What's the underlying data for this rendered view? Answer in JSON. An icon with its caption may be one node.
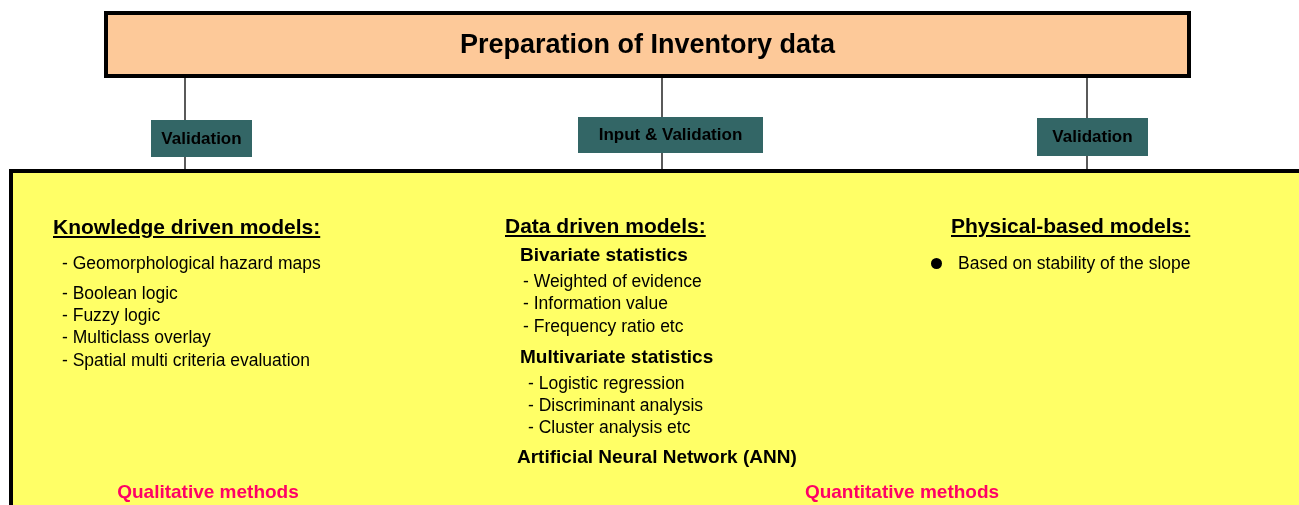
{
  "diagram": {
    "nodes": [
      {
        "text": [
          "Preparation of Inventory data"
        ]
      },
      {
        "text": [
          "Validation"
        ]
      },
      {
        "text": [
          "Input & Validation"
        ]
      },
      {
        "text": [
          "Validation"
        ]
      },
      {
        "text": [
          "Knowledge driven models:",
          "- Geomorphological hazard maps",
          "- Boolean logic",
          "- Fuzzy logic",
          "- Multiclass overlay",
          "- Spatial multi criteria evaluation",
          "Data driven models:",
          "Bivariate statistics",
          "- Weighted of evidence",
          "- Information value",
          "- Frequency ratio etc",
          "Multivariate statistics",
          "- Logistic regression",
          "- Discriminant analysis",
          "- Cluster analysis etc",
          "Artificial Neural Network (ANN)",
          "Physical-based models:",
          "Based on stability of the slope",
          "Qualitative methods",
          "Quantitative methods"
        ]
      }
    ],
    "edges": [
      {
        "from": 0,
        "to": 1,
        "arrow": "none"
      },
      {
        "from": 1,
        "to": 4,
        "arrow": "none"
      },
      {
        "from": 0,
        "to": 2,
        "arrow": "none"
      },
      {
        "from": 2,
        "to": 4,
        "arrow": "none"
      },
      {
        "from": 0,
        "to": 3,
        "arrow": "none"
      },
      {
        "from": 3,
        "to": 4,
        "arrow": "none"
      }
    ]
  }
}
